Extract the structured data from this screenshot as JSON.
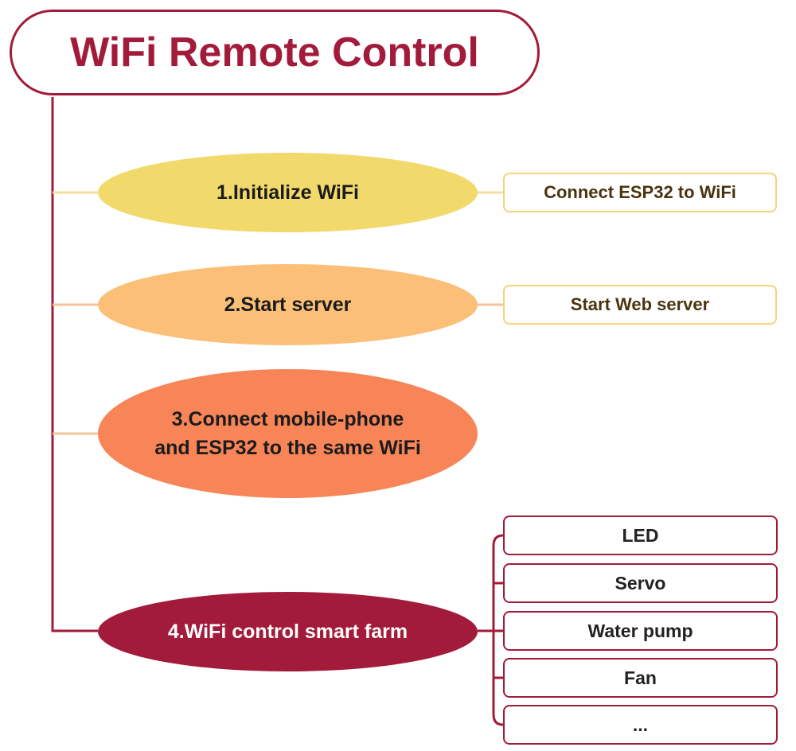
{
  "title": "WiFi Remote Control",
  "steps": [
    {
      "line1": "1.Initialize WiFi",
      "line2": ""
    },
    {
      "line1": "2.Start server",
      "line2": ""
    },
    {
      "line1": "3.Connect mobile-phone",
      "line2": "and ESP32 to the same WiFi"
    },
    {
      "line1": "4.WiFi control smart farm",
      "line2": ""
    }
  ],
  "details": {
    "step1": "Connect ESP32 to WiFi",
    "step2": "Start Web server"
  },
  "devices": [
    "LED",
    "Servo",
    "Water pump",
    "Fan",
    "..."
  ],
  "colors": {
    "primary": "#a31b3a",
    "step1": "#f2d96b",
    "step2": "#fbbf78",
    "step3": "#f78558",
    "step4": "#a31b3a",
    "connector_yellow": "#f6dca0",
    "connector_orange": "#f5c39a"
  }
}
